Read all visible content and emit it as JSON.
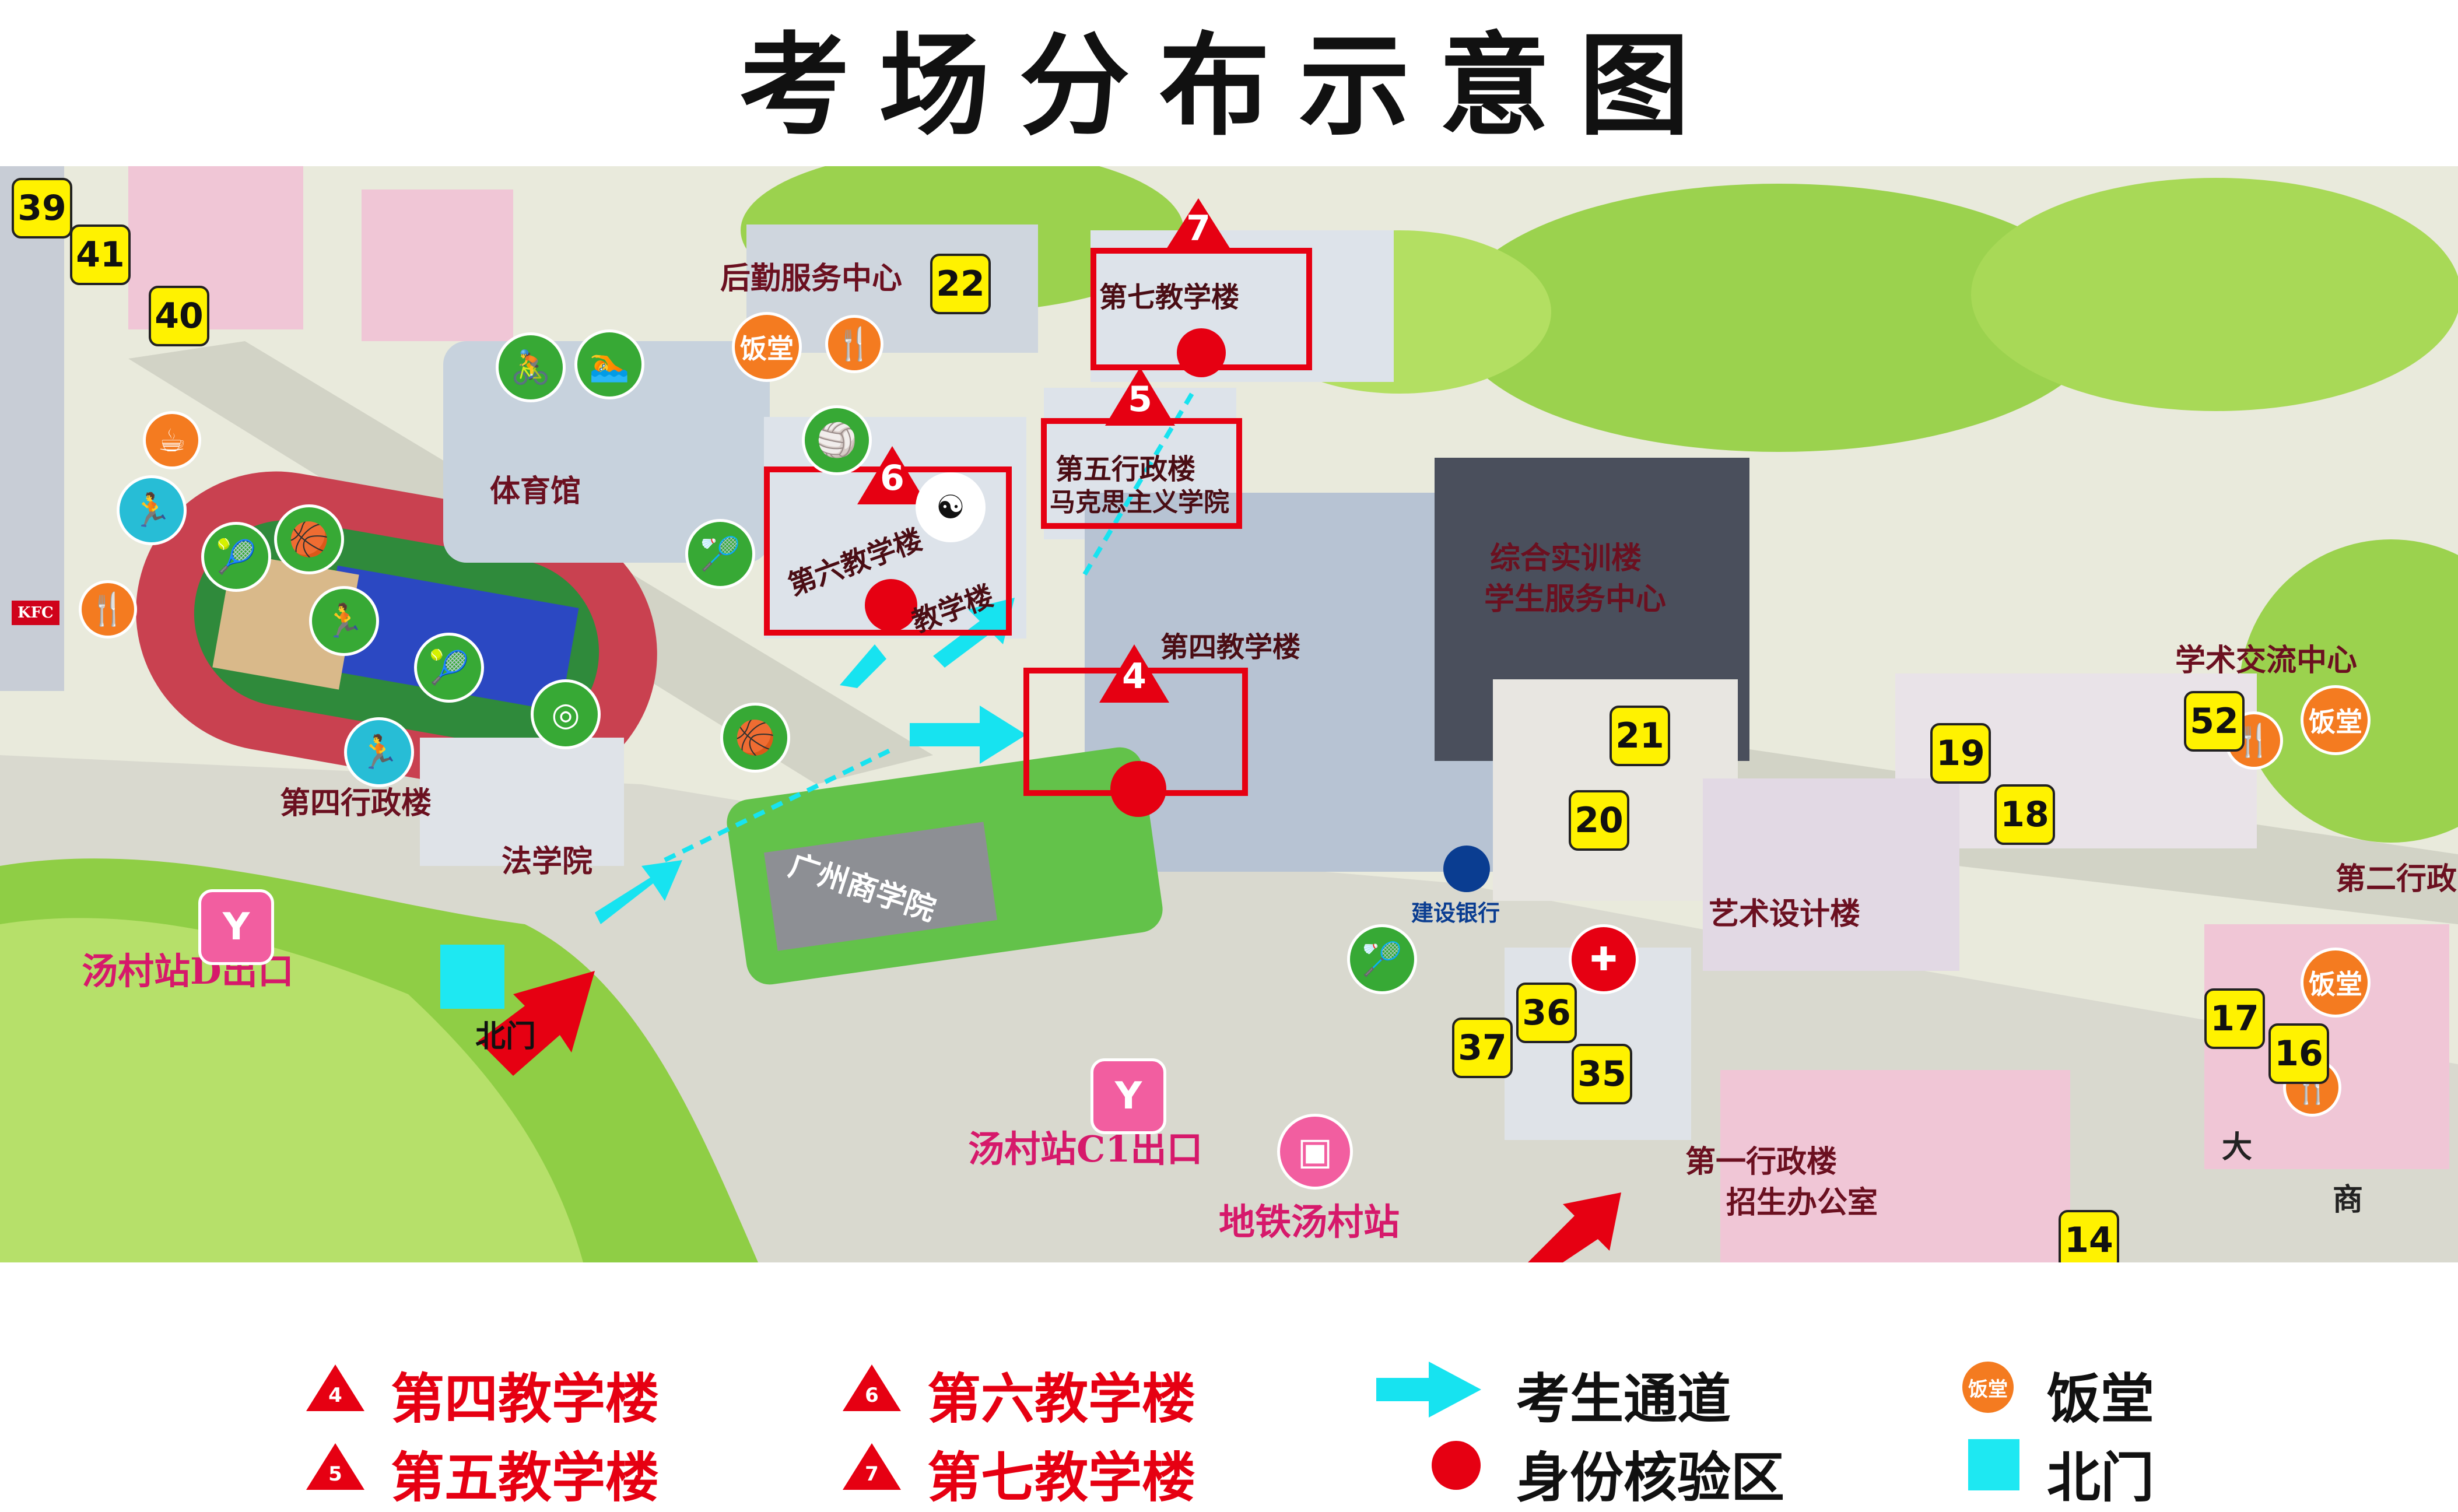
{
  "title": "考场分布示意图",
  "exam_sites": [
    {
      "num": "4",
      "name": "第四教学楼"
    },
    {
      "num": "5",
      "name": "第五行政楼",
      "sub": "马克思主义学院"
    },
    {
      "num": "6",
      "name": "第六教学楼"
    },
    {
      "num": "7",
      "name": "第七教学楼"
    }
  ],
  "map_labels": {
    "logistics": "后勤服务中心",
    "gym": "体育馆",
    "training": "综合实训楼",
    "student_service": "学生服务中心",
    "fourth_admin": "第四行政楼",
    "law_school": "法学院",
    "gate_stone": "广州商学院",
    "academic_exchange": "学术交流中心",
    "art_design": "艺术设计楼",
    "second_admin": "第二行政",
    "first_admin": "第一行政楼",
    "admissions": "招生办公室",
    "bank": "建设银行",
    "north_gate": "北门",
    "metro_d": "汤村站D出口",
    "metro_c": "汤村站C1出口",
    "metro_station": "地铁汤村站",
    "kfc": "KFC",
    "fourth_teaching_map": "第四教学楼",
    "sixth_teaching_map": "第六教学楼",
    "sixth_teaching_map_b": "教学楼",
    "corner_right": "商",
    "corner_right_b": "大"
  },
  "canteen_label": "饭堂",
  "building_numbers": [
    "39",
    "41",
    "40",
    "22",
    "21",
    "20",
    "19",
    "18",
    "52",
    "17",
    "16",
    "37",
    "36",
    "35",
    "14"
  ],
  "legend": {
    "site4": {
      "num": "4",
      "label": "第四教学楼"
    },
    "site5": {
      "num": "5",
      "label": "第五教学楼"
    },
    "site6": {
      "num": "6",
      "label": "第六教学楼"
    },
    "site7": {
      "num": "7",
      "label": "第七教学楼"
    },
    "passage": "考生通道",
    "verification": "身份核验区",
    "canteen": "饭堂",
    "canteen_icon": "饭堂",
    "north_gate": "北门"
  },
  "colors": {
    "exam_red": "#e60012",
    "passage_cyan": "#17e3f0",
    "north_gate_cyan": "#1ee8f2",
    "canteen_orange": "#f47b20",
    "sport_green": "#37a935",
    "metro_pink": "#f25ea0",
    "tag_yellow": "#fff200"
  }
}
